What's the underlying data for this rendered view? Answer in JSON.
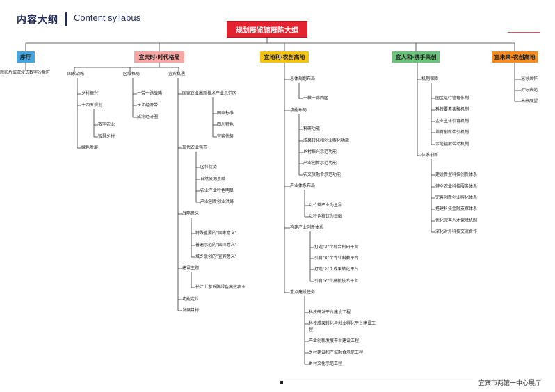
{
  "header": {
    "title_cn": "内容大纲",
    "title_en": "Content syllabus"
  },
  "footer": {
    "text": "宜宾市两馆一中心展厅"
  },
  "root": {
    "label": "规划展览馆展陈大纲",
    "color": "#e3232f"
  },
  "sections": [
    {
      "label": "序厅",
      "color": "#45a5dc"
    },
    {
      "label": "宜天时·时代格局",
      "color": "#f7a8a4"
    },
    {
      "label": "宜地利·农创高地",
      "color": "#f4c318"
    },
    {
      "label": "宜人和·携手共创",
      "color": "#6bc27a"
    },
    {
      "label": "宜未来·农创高地",
      "color": "#f28c23"
    }
  ],
  "intro_note": "题影片或沉浸式数字沙盘区",
  "s1": {
    "col_guojia": "国家战略",
    "col_quyu": "区域格局",
    "col_jiyu": "宜宾机遇",
    "guojia": [
      "乡村振兴",
      "十四五规划",
      "数字农业",
      "智慧乡村",
      "绿色发展"
    ],
    "quyu": [
      "一带一路战略",
      "长江经济带",
      "成渝经济圈"
    ],
    "jiyu": [
      "国家农业高新技术产业示范区",
      "国家标准",
      "四川特色",
      "宜宾优势",
      "现代农业强市",
      "区位优势",
      "自然资源禀赋",
      "农业产业特色明显",
      "产业创新创业洪峰",
      "战略意义",
      "特殊重要的\"国家意义\"",
      "普遍示范的\"四川意义\"",
      "城乡联创的\"宜宾意义\"",
      "建设主题",
      "长江上游丘陵绿色高效农业",
      "功能定位",
      "发展目标"
    ]
  },
  "s2": {
    "items": [
      "总体规划布局",
      "一核一廊四区",
      "功能布局",
      "科研功能",
      "成果转化和创业孵化功能",
      "乡村振兴示范功能",
      "产业创新示范功能",
      "农文旅融合示范功能",
      "产业体系布局",
      "以竹茶产业为主导",
      "以特色粮饮为基础",
      "构建产业创新体系",
      "打造\"2\"个综合科研平台",
      "引育\"X\"个专业科教平台",
      "打造\"2\"个成果转化平台",
      "引育\"Y\"个高新技术平台",
      "重点建设任务",
      "科技研发平台建设工程",
      "科技成果转化与创业孵化平台建设工",
      "程",
      "产业创新发展平台建设工程",
      "乡村建设和产城融合示范工程",
      "乡村文化示范工程"
    ]
  },
  "s3": {
    "items": [
      "机制保障",
      "园区运行管理体制",
      "科技要素集聚机制",
      "企业主体引育机制",
      "培育创新牵引机制",
      "示范辐射带动机制",
      "体系创新",
      "建设新型科技创新体系",
      "健全农业科技服务体系",
      "完善创新创业孵化体系",
      "搭建科技金融支撑体系",
      "优化完善人才保障机制",
      "深化对外科技交流合作"
    ]
  },
  "s4": {
    "items": [
      "慧导关怀",
      "对标典范",
      "未来展望"
    ]
  }
}
